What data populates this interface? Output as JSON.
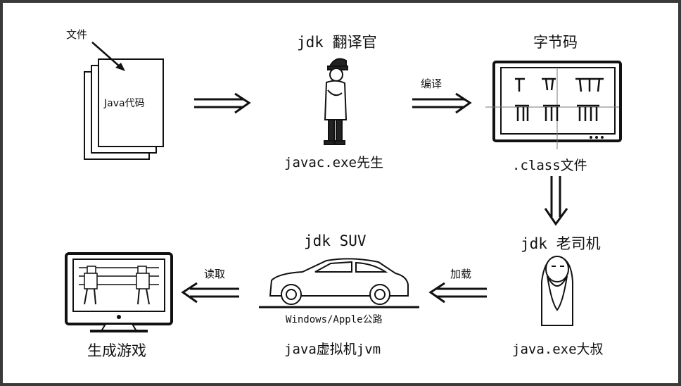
{
  "source_file": {
    "label_file": "文件",
    "label_code": "Java代码"
  },
  "translator": {
    "title": "jdk 翻译官",
    "caption": "javac.exe先生"
  },
  "bytecode": {
    "title": "字节码",
    "caption": ".class文件"
  },
  "driver": {
    "title": "jdk 老司机",
    "caption": "java.exe大叔"
  },
  "jvm": {
    "title": "jdk SUV",
    "road": "Windows/Apple公路",
    "caption": "java虚拟机jvm"
  },
  "game": {
    "caption": "生成游戏"
  },
  "arrows": {
    "compile": "编译",
    "load": "加载",
    "read": "读取"
  }
}
